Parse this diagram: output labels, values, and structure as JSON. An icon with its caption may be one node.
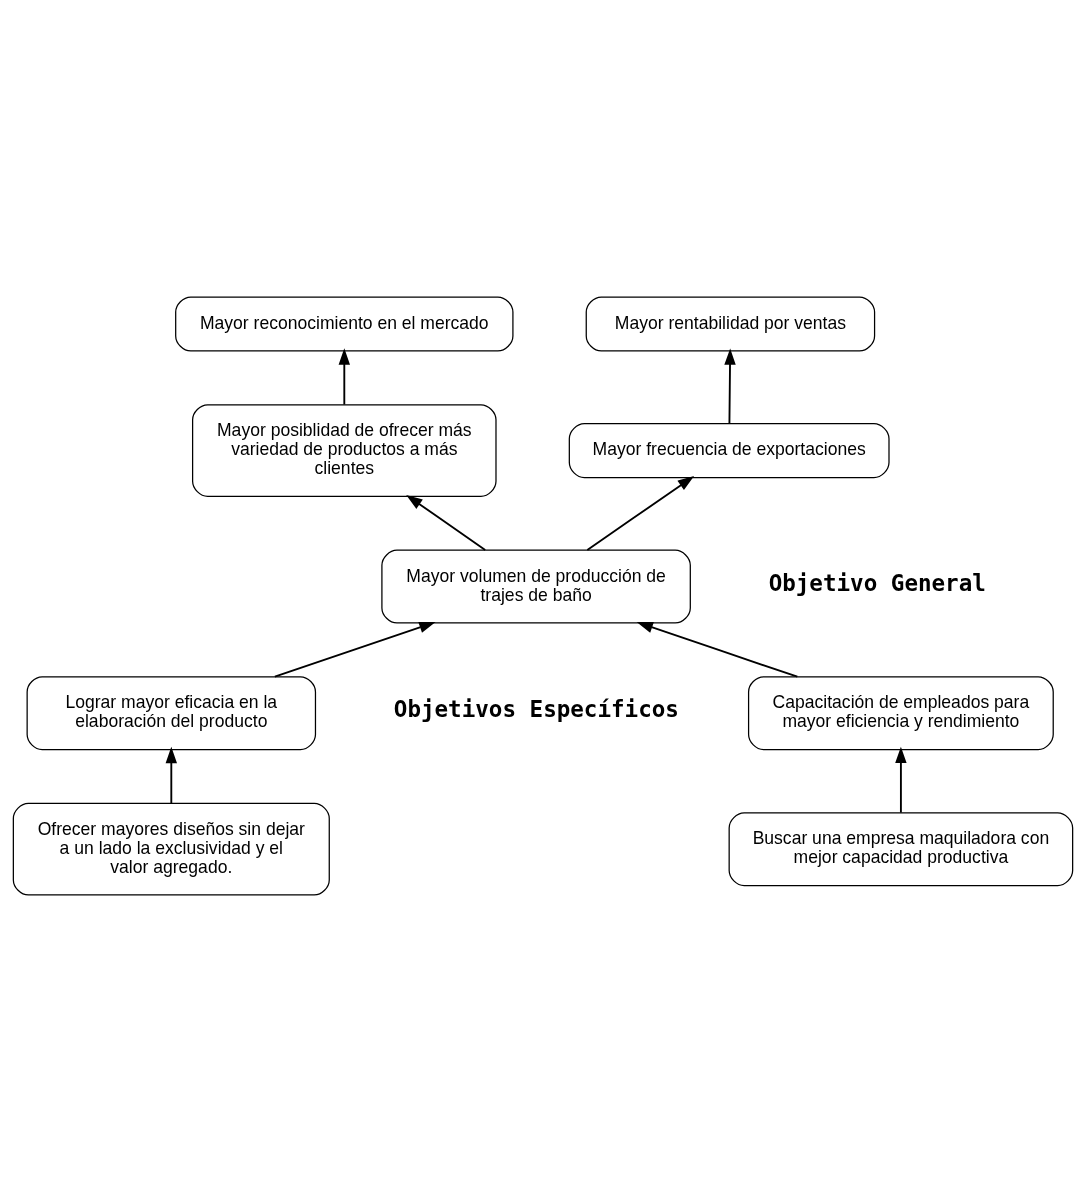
{
  "diagram": {
    "nodes": [
      {
        "text": [
          "Mayor reconocimiento en el mercado"
        ]
      },
      {
        "text": [
          "Mayor rentabilidad por ventas"
        ]
      },
      {
        "text": [
          "Mayor posiblidad de ofrecer más variedad de productos a más clientes"
        ]
      },
      {
        "text": [
          "Mayor frecuencia de exportaciones"
        ]
      },
      {
        "text": [
          "Mayor volumen de producción de trajes de baño"
        ]
      },
      {
        "text": [
          "Lograr mayor eficacia en la elaboración del producto"
        ]
      },
      {
        "text": [
          "Capacitación de empleados para mayor eficiencia y rendimiento"
        ]
      },
      {
        "text": [
          "Ofrecer mayores diseños sin dejar a un lado la exclusividad y el valor agregado."
        ]
      },
      {
        "text": [
          "Buscar una empresa maquiladora con mejor capacidad productiva"
        ]
      }
    ],
    "edges": [
      {
        "from": 2,
        "to": 0,
        "arrow": "to"
      },
      {
        "from": 3,
        "to": 1,
        "arrow": "to"
      },
      {
        "from": 4,
        "to": 2,
        "arrow": "to"
      },
      {
        "from": 4,
        "to": 3,
        "arrow": "to"
      },
      {
        "from": 5,
        "to": 4,
        "arrow": "to"
      },
      {
        "from": 6,
        "to": 4,
        "arrow": "to"
      },
      {
        "from": 7,
        "to": 5,
        "arrow": "to"
      },
      {
        "from": 8,
        "to": 6,
        "arrow": "to"
      }
    ],
    "labels": [
      "Objetivo General",
      "Objetivos Específicos"
    ]
  }
}
